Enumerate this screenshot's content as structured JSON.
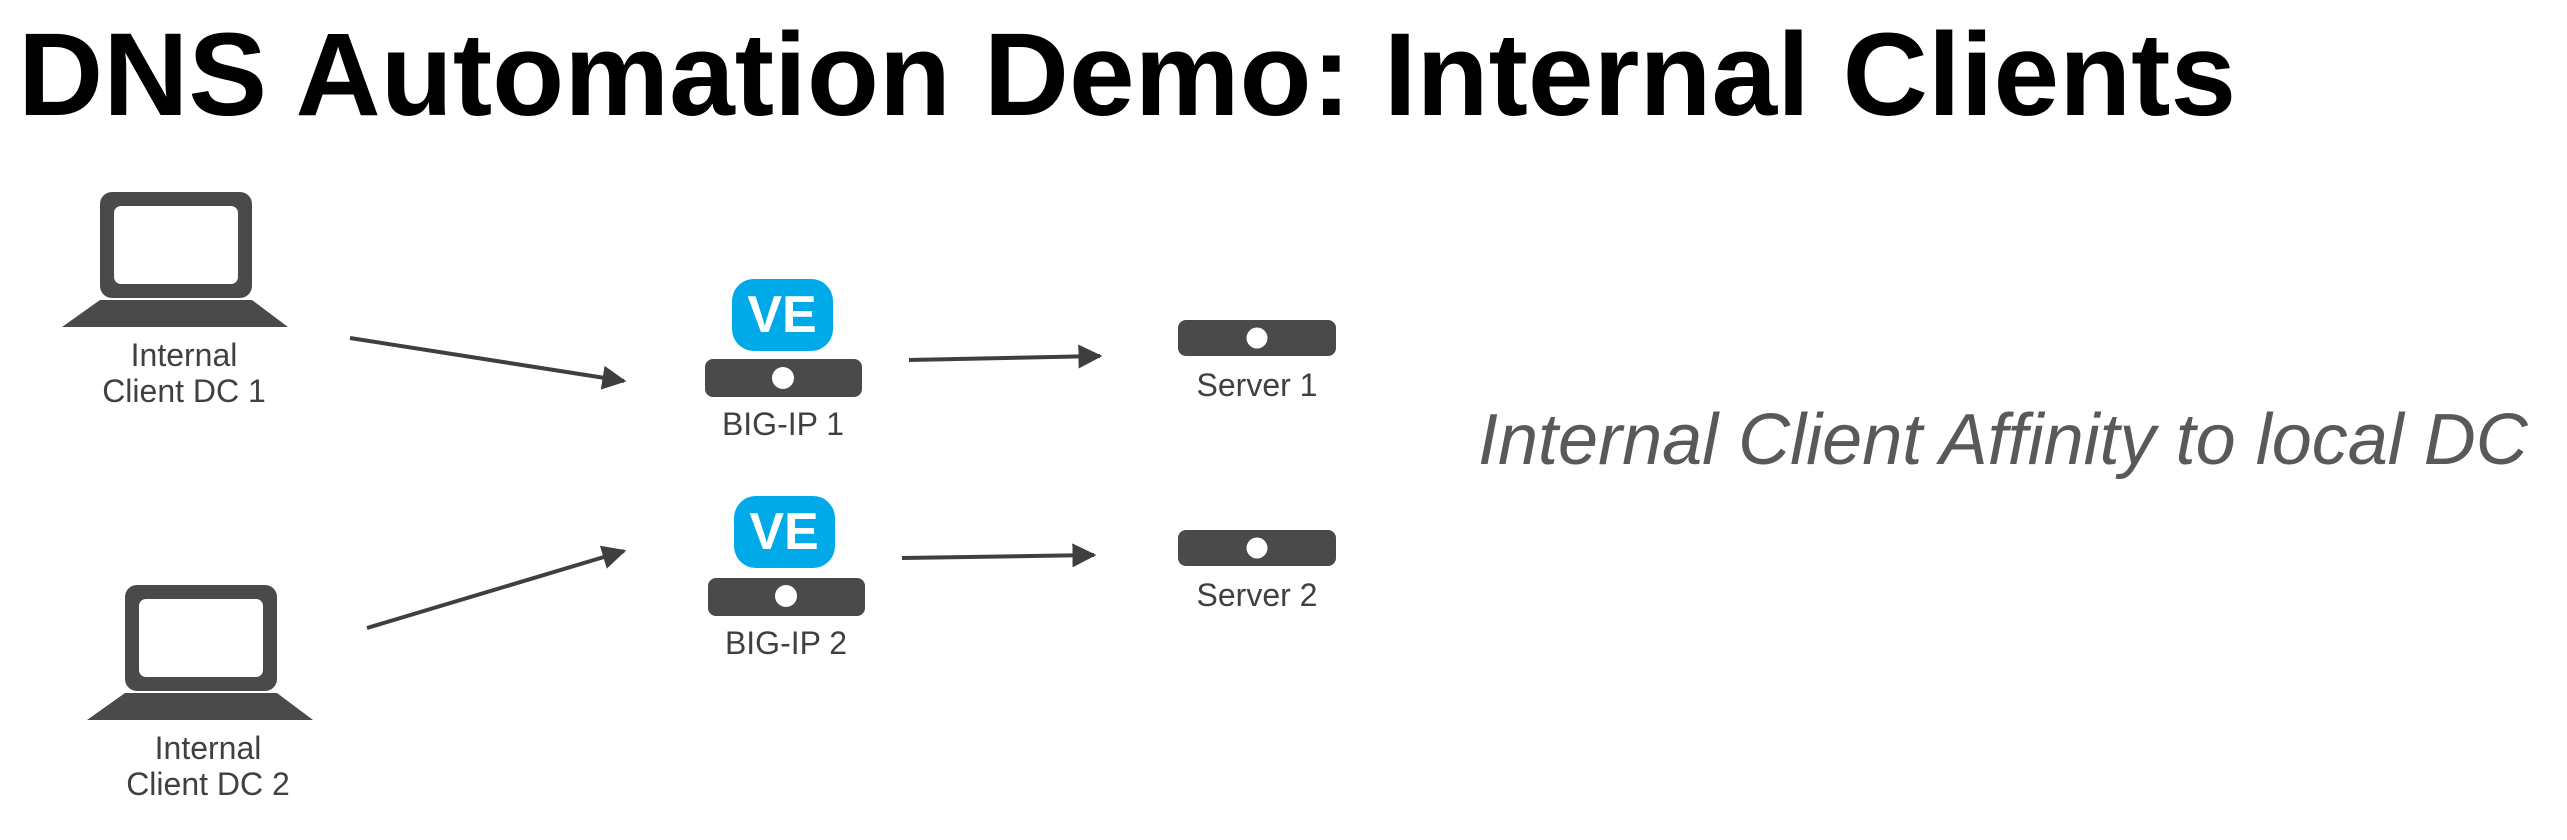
{
  "title": "DNS Automation Demo: Internal Clients",
  "caption": "Internal Client Affinity to local DC",
  "clients": [
    {
      "line1": "Internal",
      "line2": "Client DC 1",
      "icon": "laptop-icon"
    },
    {
      "line1": "Internal",
      "line2": "Client DC 2",
      "icon": "laptop-icon"
    }
  ],
  "bigips": [
    {
      "badge": "VE",
      "label": "BIG-IP 1",
      "icon": "appliance-icon"
    },
    {
      "badge": "VE",
      "label": "BIG-IP 2",
      "icon": "appliance-icon"
    }
  ],
  "servers": [
    {
      "label": "Server 1",
      "icon": "server-icon"
    },
    {
      "label": "Server 2",
      "icon": "server-icon"
    }
  ],
  "colors": {
    "title": "#000000",
    "icon": "#4a4a4a",
    "ve_badge": "#00a9e8",
    "label": "#404040",
    "caption": "#595959",
    "arrow": "#3f3f3f"
  }
}
